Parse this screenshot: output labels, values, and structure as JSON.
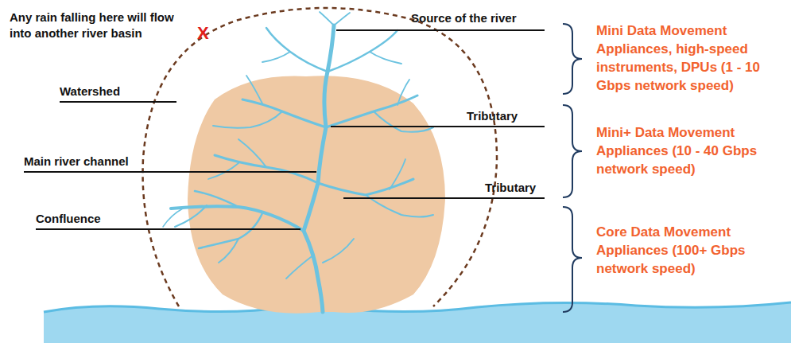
{
  "diagram": {
    "labels": [
      "Any rain falling here will flow into another river basin",
      "X",
      "Source of the river",
      "Watershed",
      "Tributary",
      "Main river channel",
      "Tributary",
      "Confluence",
      "Mini Data Movement Appliances, high-speed instruments, DPUs (1 - 10 Gbps network speed)",
      "Mini+ Data Movement Appliances (10 - 40 Gbps network speed)",
      "Core Data Movement Appliances (100+ Gbps network speed)"
    ]
  }
}
